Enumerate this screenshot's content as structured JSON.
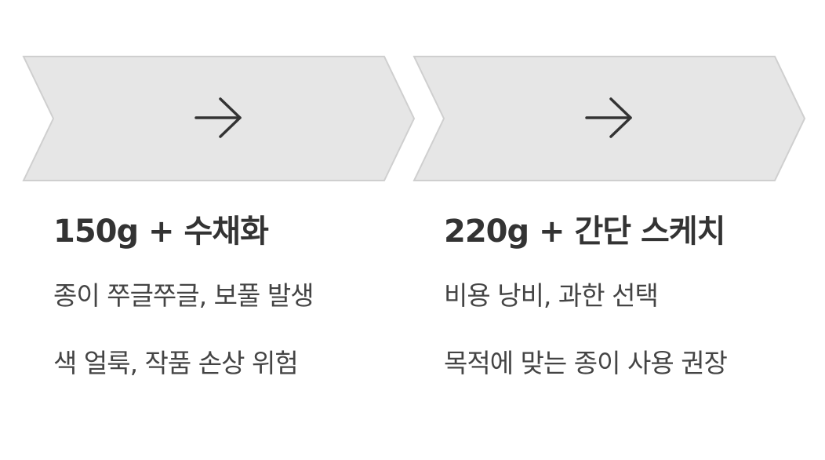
{
  "colors": {
    "chevron_fill": "#e6e6e6",
    "chevron_stroke": "#cfcfcf",
    "arrow": "#333333",
    "title_text": "#333333",
    "body_text": "#444444"
  },
  "icons": [
    "arrow-right-icon"
  ],
  "steps": [
    {
      "title": "150g + 수채화",
      "lines": [
        "종이 쭈글쭈글, 보풀 발생",
        "색 얼룩, 작품 손상 위험"
      ]
    },
    {
      "title": "220g + 간단 스케치",
      "lines": [
        "비용 낭비, 과한 선택",
        "목적에 맞는 종이 사용 권장"
      ]
    }
  ]
}
